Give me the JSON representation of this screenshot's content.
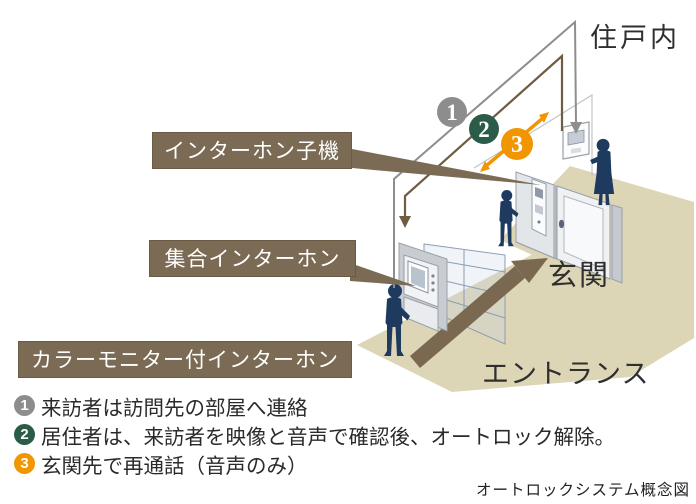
{
  "colors": {
    "label_bg": "#7b6a54",
    "step1": "#8d8d8d",
    "step2": "#2b5c48",
    "step3": "#f19500",
    "person": "#1e3a5e",
    "floor": "#dcd5b6",
    "walkway": "#7a6950",
    "line_call": "#8e8e8e",
    "line_unlock": "#6f5d41",
    "retalk": "#f19500"
  },
  "areas": {
    "residence": "住戸内",
    "door": "玄関",
    "lobby": "エントランス"
  },
  "devices": {
    "handset_label": "インターホン子機",
    "collective_label": "集合インターホン",
    "monitor_label": "カラーモニター付インターホン"
  },
  "steps": [
    {
      "num": "1",
      "text": "来訪者は訪問先の部屋へ連絡"
    },
    {
      "num": "2",
      "text": "居住者は、来訪者を映像と音声で確認後、オートロック解除。"
    },
    {
      "num": "3",
      "text": "玄関先で再通話（音声のみ）"
    }
  ],
  "caption": "オートロックシステム概念図"
}
